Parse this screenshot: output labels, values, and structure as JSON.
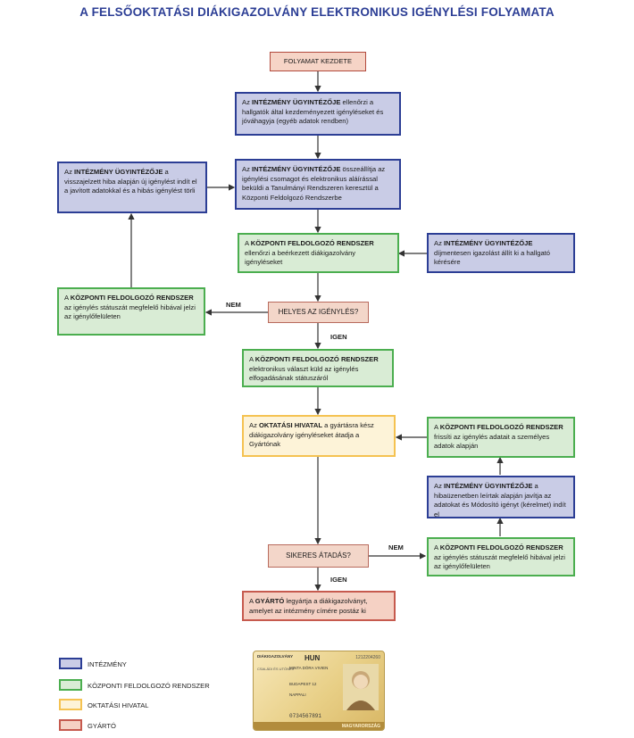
{
  "title": "A FELSŐOKTATÁSI DIÁKIGAZOLVÁNY ELEKTRONIKUS IGÉNYLÉSI FOLYAMATA",
  "nodes": {
    "start": "FOLYAMAT KEZDETE",
    "b1": {
      "b": "INTÉZMÉNY ÜGYINTÉZŐJE",
      "pre": "Az ",
      "post": " ellenőrzi a hallgatók által kezdeményezett igényléseket és jóváhagyja (egyéb adatok rendben)"
    },
    "b2": {
      "b": "INTÉZMÉNY ÜGYINTÉZŐJE",
      "pre": "Az ",
      "post": " összeállítja az igénylési csomagot és elektronikus aláírással beküldi a Tanulmányi Rendszeren keresztül a Központi Feldolgozó Rendszerbe"
    },
    "b3": {
      "b": "INTÉZMÉNY ÜGYINTÉZŐJE",
      "pre": "Az ",
      "post": " a visszajelzett hiba alapján új igénylést indít el a javított adatokkal és a hibás igénylést törli"
    },
    "g1": {
      "b": "KÖZPONTI FELDOLGOZÓ RENDSZER",
      "pre": "A ",
      "post": " ellenőrzi a beérkezett diákigazolvány igényléseket"
    },
    "b4": {
      "b": "INTÉZMÉNY ÜGYINTÉZŐJE",
      "pre": "Az ",
      "post": " díjmentesen igazolást állít ki a hallgató kérésére"
    },
    "g2": {
      "b": "KÖZPONTI FELDOLGOZÓ RENDSZER",
      "pre": "A ",
      "post": " az igénylés státuszát megfelelő hibával jelzi az igénylőfelületen"
    },
    "d1": "HELYES AZ IGÉNYLÉS?",
    "g3": {
      "b": "KÖZPONTI FELDOLGOZÓ RENDSZER",
      "pre": "A ",
      "post": " elektronikus választ küld az igénylés elfogadásának státuszáról"
    },
    "y1": {
      "b": "OKTATÁSI HIVATAL",
      "pre": "Az ",
      "post": " a gyártásra kész diákigazolvány igényléseket átadja a Gyártónak"
    },
    "g4": {
      "b": "KÖZPONTI FELDOLGOZÓ RENDSZER",
      "pre": "A ",
      "post": " frissíti az igénylés adatait a személyes adatok alapján"
    },
    "b5": {
      "b": "INTÉZMÉNY ÜGYINTÉZŐJE",
      "pre": "Az ",
      "post": " a hibaüzenetben leírtak alapján javítja az adatokat és Módosító igényt (kérelmet) indít el"
    },
    "d2": "SIKERES ÁTADÁS?",
    "g5": {
      "b": "KÖZPONTI FELDOLGOZÓ RENDSZER",
      "pre": "A ",
      "post": " az igénylés státuszát megfelelő hibával jelzi az igénylőfelületen"
    },
    "r1": {
      "b": "GYÁRTÓ",
      "pre": "A ",
      "post": " legyártja a diákigazolványt, amelyet az intézmény címére postáz ki"
    }
  },
  "labels": {
    "nem1": "NEM",
    "igen1": "IGEN",
    "nem2": "NEM",
    "igen2": "IGEN"
  },
  "legend": [
    {
      "label": "INTÉZMÉNY",
      "color": "#2c3e95",
      "fill": "#c9cce6"
    },
    {
      "label": "KÖZPONTI FELDOLGOZÓ RENDSZER",
      "color": "#4bae4f",
      "fill": "#d9ecd5"
    },
    {
      "label": "OKTATÁSI HIVATAL",
      "color": "#f5c251",
      "fill": "#fdf3d8"
    },
    {
      "label": "GYÁRTÓ",
      "color": "#c65a4e",
      "fill": "#f5d1c4"
    }
  ],
  "card": {
    "top_label": "DIÁKIGAZOLVÁNY",
    "country": "HUN",
    "number": "1212204260",
    "name_label": "CSALÁDI ÉS UTÓNÉV",
    "name_value": "MINTA DÓRA VIVIEN",
    "address_value": "BUDAPEST 12",
    "mode_value": "NAPPALI",
    "id_value": "0734567891",
    "footer": "MAGYARORSZÁG"
  }
}
